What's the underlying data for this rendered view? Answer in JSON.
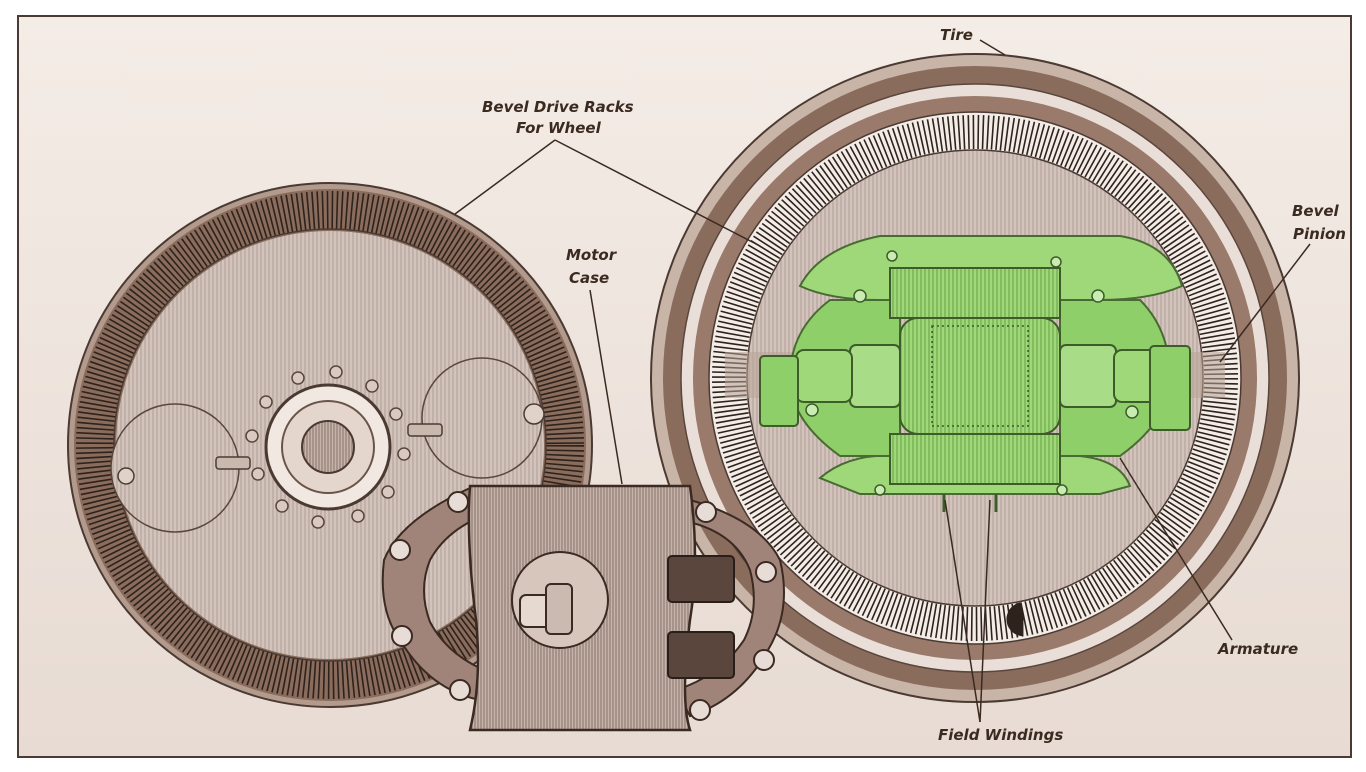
{
  "labels": {
    "tire": "Tire",
    "bevel_drive_racks": [
      "Bevel Drive Racks",
      "For Wheel"
    ],
    "motor_case": [
      "Motor",
      "Case"
    ],
    "bevel_pinion": [
      "Bevel",
      "Pinion"
    ],
    "armature": "Armature",
    "field_windings": "Field Windings"
  },
  "colors": {
    "paper": "#efe5df",
    "ink": "#3a2a20",
    "rim": "#7a5a4a",
    "teeth": "#2e221c",
    "face": "#cfc0b8",
    "motor_highlight": "#8ecf6a"
  }
}
